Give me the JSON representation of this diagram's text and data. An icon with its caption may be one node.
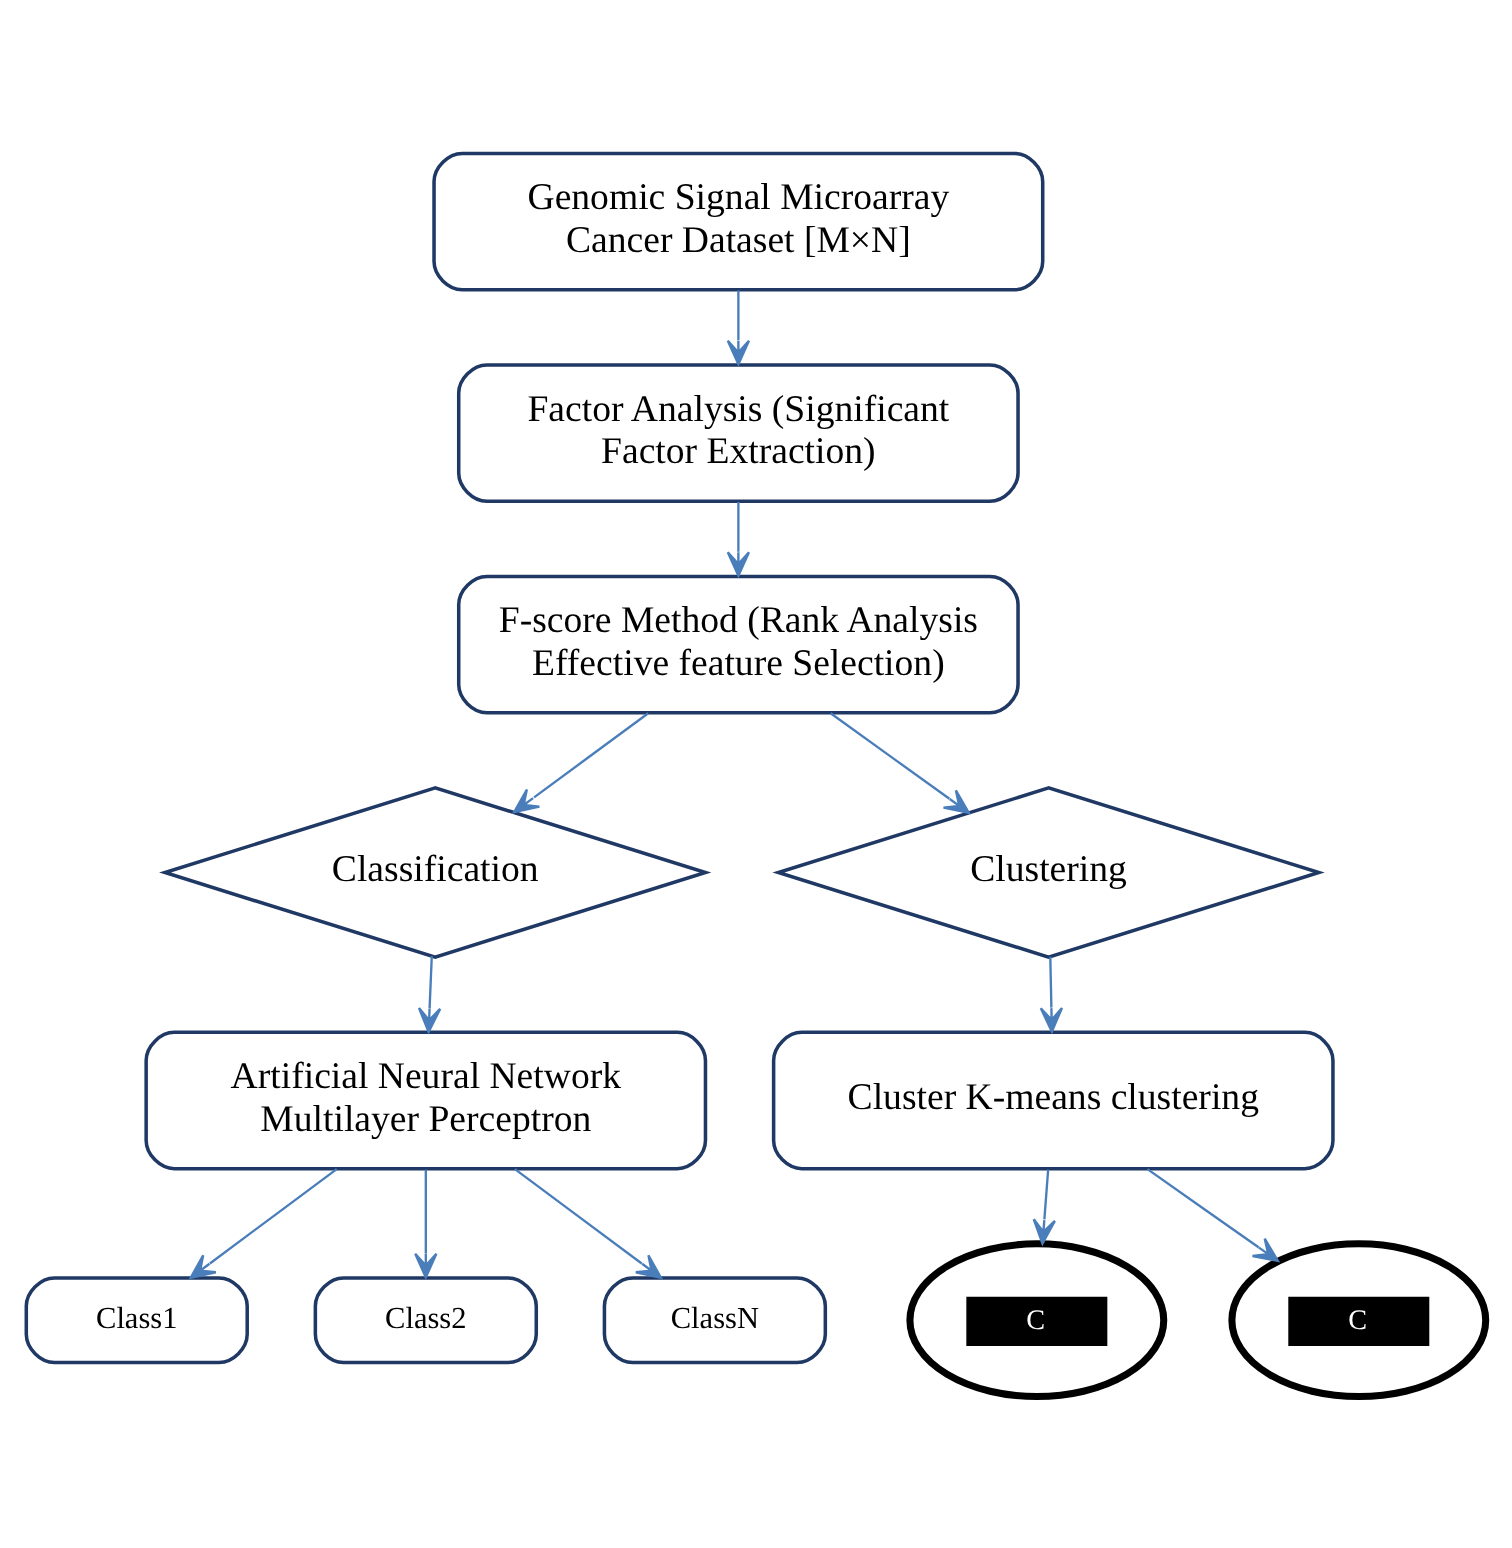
{
  "diagram": {
    "nodes": [
      {
        "text": [
          "Genomic Signal Microarray Cancer Dataset [M×N]"
        ]
      },
      {
        "text": [
          "Factor Analysis (Significant Factor Extraction)"
        ]
      },
      {
        "text": [
          "F-score Method (Rank Analysis Effective feature Selection)"
        ]
      },
      {
        "text": [
          "Classification"
        ]
      },
      {
        "text": [
          "Clustering"
        ]
      },
      {
        "text": [
          "Artificial Neural Network Multilayer Perceptron"
        ]
      },
      {
        "text": [
          "Cluster K-means clustering"
        ]
      },
      {
        "text": [
          "Class1"
        ]
      },
      {
        "text": [
          "Class2"
        ]
      },
      {
        "text": [
          "ClassN"
        ]
      },
      {
        "text": [
          "C"
        ]
      },
      {
        "text": [
          "C"
        ]
      }
    ],
    "edges": [
      {
        "from": 0,
        "to": 1,
        "arrow": "to"
      },
      {
        "from": 1,
        "to": 2,
        "arrow": "to"
      },
      {
        "from": 2,
        "to": 3,
        "arrow": "to"
      },
      {
        "from": 2,
        "to": 4,
        "arrow": "to"
      },
      {
        "from": 3,
        "to": 5,
        "arrow": "to"
      },
      {
        "from": 4,
        "to": 6,
        "arrow": "to"
      },
      {
        "from": 5,
        "to": 7,
        "arrow": "to"
      },
      {
        "from": 5,
        "to": 8,
        "arrow": "to"
      },
      {
        "from": 5,
        "to": 9,
        "arrow": "to"
      },
      {
        "from": 6,
        "to": 10,
        "arrow": "to"
      },
      {
        "from": 6,
        "to": 11,
        "arrow": "to"
      }
    ]
  }
}
